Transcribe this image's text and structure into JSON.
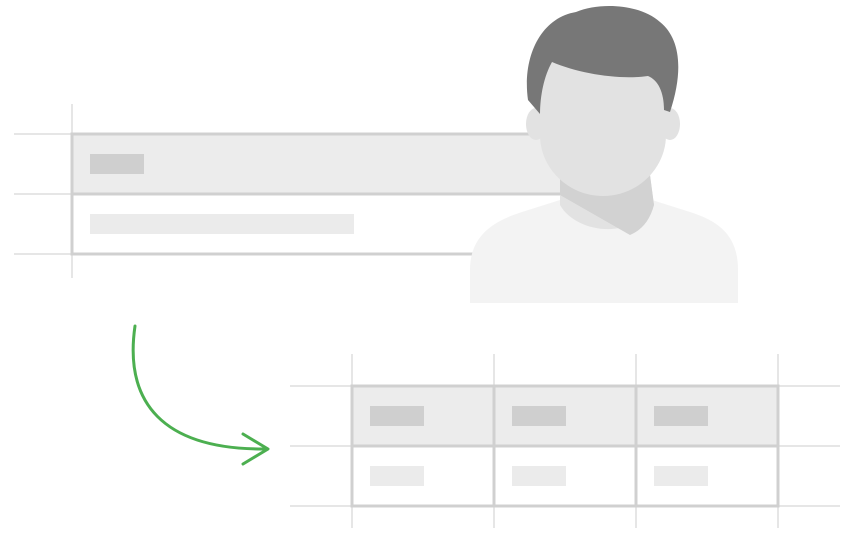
{
  "diagram": {
    "colors": {
      "table_border": "#d0d0d0",
      "header_fill": "#ececec",
      "placeholder_dark": "#cfcfcf",
      "placeholder_light": "#ebebeb",
      "guide_line": "#e6e6e6",
      "arrow": "#4caf50",
      "hair": "#777777",
      "skin": "#e2e2e2",
      "skin_shadow": "#d2d2d2",
      "shirt": "#f3f3f3"
    },
    "source_table": {
      "columns": 1,
      "rows": 2,
      "has_header": true
    },
    "result_table": {
      "columns": 3,
      "rows": 2,
      "has_header": true
    },
    "person_icon": "user-avatar-icon",
    "arrow_icon": "curved-arrow-icon"
  }
}
